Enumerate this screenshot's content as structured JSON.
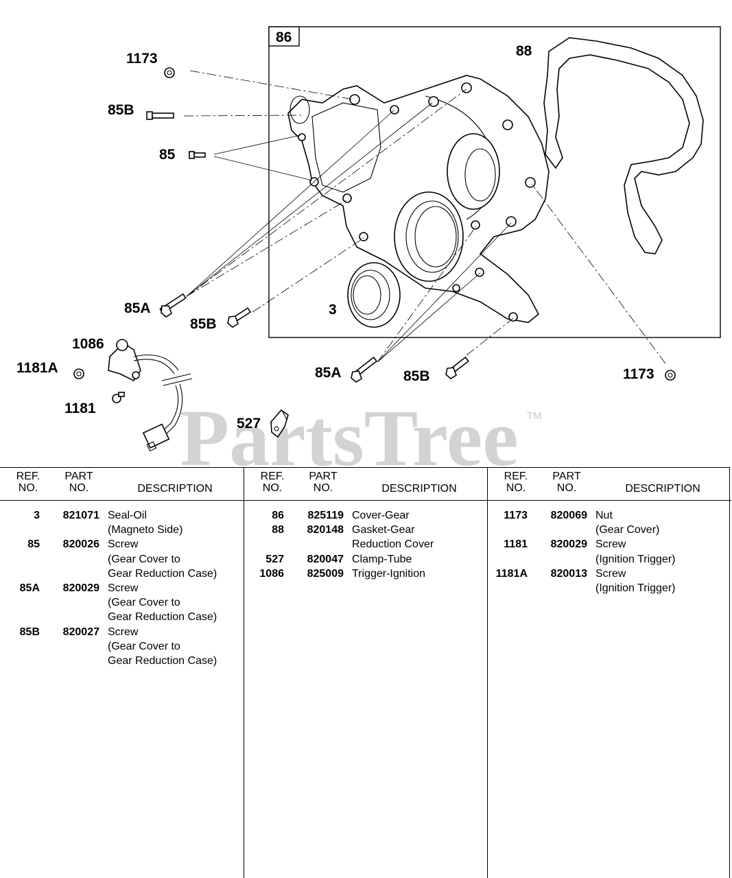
{
  "diagram": {
    "frame_label": "86",
    "callouts": {
      "c1173_top": "1173",
      "c85B_top": "85B",
      "c85": "85",
      "c88": "88",
      "c85A_left": "85A",
      "c85B_mid": "85B",
      "c3": "3",
      "c1086": "1086",
      "c1181A": "1181A",
      "c1181": "1181",
      "c85A_bottom": "85A",
      "c85B_bottom": "85B",
      "c1173_right": "1173",
      "c527": "527"
    },
    "watermark": "PartsTree",
    "trademark": "TM"
  },
  "table": {
    "headers": {
      "ref_line1": "REF.",
      "ref_line2": "NO.",
      "part_line1": "PART",
      "part_line2": "NO.",
      "description": "DESCRIPTION"
    },
    "columns": [
      [
        {
          "ref": "3",
          "part": "821071",
          "desc": [
            "Seal-Oil",
            "(Magneto Side)"
          ]
        },
        {
          "ref": "85",
          "part": "820026",
          "desc": [
            "Screw",
            "(Gear Cover to",
            "Gear Reduction Case)"
          ]
        },
        {
          "ref": "85A",
          "part": "820029",
          "desc": [
            "Screw",
            "(Gear Cover to",
            "Gear Reduction Case)"
          ]
        },
        {
          "ref": "85B",
          "part": "820027",
          "desc": [
            "Screw",
            "(Gear Cover to",
            "Gear Reduction Case)"
          ]
        }
      ],
      [
        {
          "ref": "86",
          "part": "825119",
          "desc": [
            "Cover-Gear"
          ]
        },
        {
          "ref": "88",
          "part": "820148",
          "desc": [
            "Gasket-Gear",
            "Reduction Cover"
          ]
        },
        {
          "ref": "527",
          "part": "820047",
          "desc": [
            "Clamp-Tube"
          ]
        },
        {
          "ref": "1086",
          "part": "825009",
          "desc": [
            "Trigger-Ignition"
          ]
        }
      ],
      [
        {
          "ref": "1173",
          "part": "820069",
          "desc": [
            "Nut",
            "(Gear Cover)"
          ]
        },
        {
          "ref": "1181",
          "part": "820029",
          "desc": [
            "Screw",
            "(Ignition Trigger)"
          ]
        },
        {
          "ref": "1181A",
          "part": "820013",
          "desc": [
            "Screw",
            "(Ignition Trigger)"
          ]
        }
      ]
    ]
  }
}
